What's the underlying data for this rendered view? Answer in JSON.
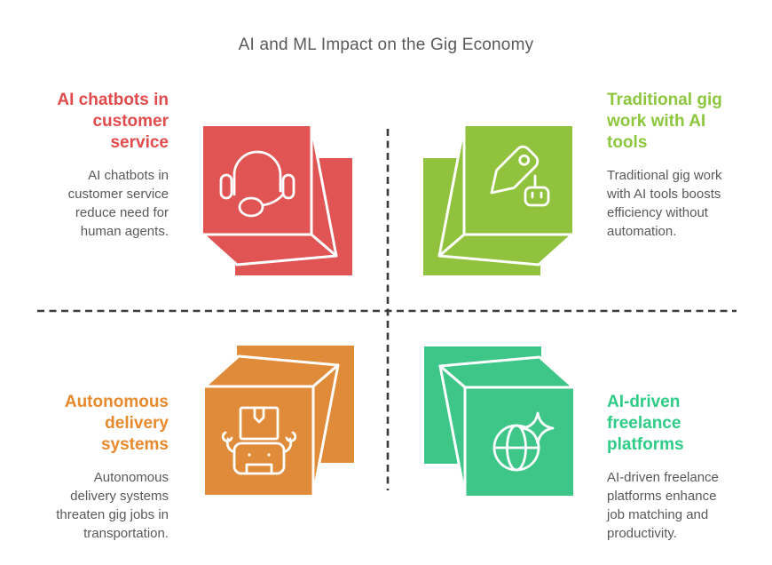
{
  "header": {
    "title": "AI and ML Impact on the Gig Economy"
  },
  "text_color": "#58595b",
  "divider_color": "#3b3b3b",
  "quadrants": [
    {
      "id": "ai-chatbots",
      "title": "AI chatbots in customer service",
      "title_lines": [
        "AI chatbots in",
        "customer",
        "service"
      ],
      "description": "AI chatbots in customer service reduce need for human agents.",
      "desc_lines": [
        "AI chatbots in",
        "customer service",
        "reduce need for",
        "human agents."
      ],
      "color": "#E05453",
      "title_color": "#E14B4B",
      "icon": "headset-icon"
    },
    {
      "id": "traditional-gig-work",
      "title": "Traditional gig work with AI tools",
      "title_lines": [
        "Traditional gig",
        "work with AI",
        "tools"
      ],
      "description": "Traditional gig work with AI tools boosts efficiency without automation.",
      "desc_lines": [
        "Traditional gig work",
        "with AI tools boosts",
        "efficiency without",
        "automation."
      ],
      "color": "#91C23D",
      "title_color": "#8DC63F",
      "icon": "price-tag-robot-icon"
    },
    {
      "id": "autonomous-delivery",
      "title": "Autonomous delivery systems",
      "title_lines": [
        "Autonomous",
        "delivery",
        "systems"
      ],
      "description": "Autonomous delivery systems threaten gig jobs in transportation.",
      "desc_lines": [
        "Autonomous",
        "delivery systems",
        "threaten gig jobs in",
        "transportation."
      ],
      "color": "#E08B39",
      "title_color": "#E78A2E",
      "icon": "delivery-robot-icon"
    },
    {
      "id": "ai-freelance-platforms",
      "title": "AI-driven freelance platforms",
      "title_lines": [
        "AI-driven",
        "freelance",
        "platforms"
      ],
      "description": "AI-driven freelance platforms enhance job matching and productivity.",
      "desc_lines": [
        "AI-driven freelance",
        "platforms enhance",
        "job matching and",
        "productivity."
      ],
      "color": "#3EC588",
      "title_color": "#2ECC87",
      "icon": "globe-sparkle-icon"
    }
  ]
}
